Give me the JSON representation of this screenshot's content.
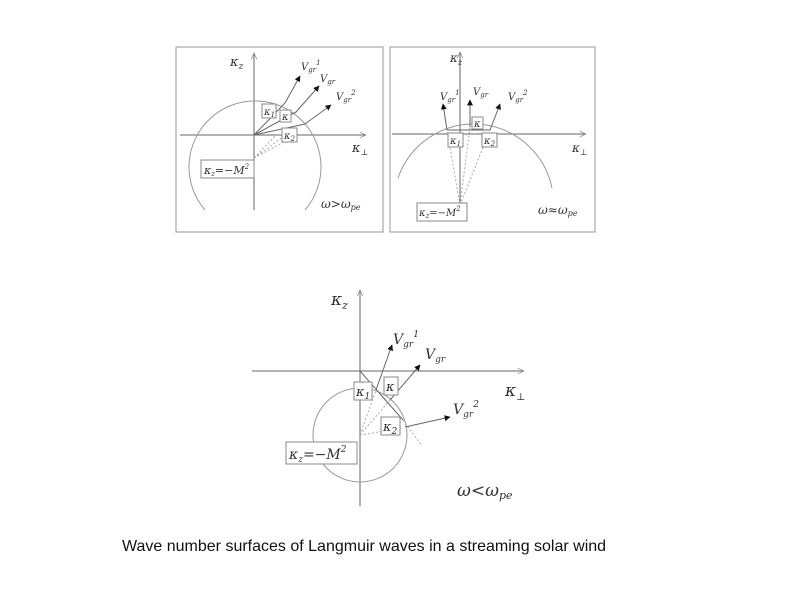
{
  "axes": {
    "kz": "κ",
    "kz_sub": "z",
    "kperp": "κ",
    "kperp_sub": "⊥"
  },
  "vectors": {
    "V": "V",
    "gr": "gr",
    "sup1": "1",
    "sup2": "2",
    "k": "κ",
    "sub1": "1",
    "sub2": "2"
  },
  "panels": [
    {
      "condition": "ω>ω",
      "condition_sub": "pe",
      "origin_label": "κ",
      "origin_label_sub": "z",
      "origin_label_rest": "=−M",
      "origin_label_sup": "2"
    },
    {
      "condition": "ω≈ω",
      "condition_sub": "pe",
      "origin_label": "κ",
      "origin_label_sub": "z",
      "origin_label_rest": "=−M",
      "origin_label_sup": "2"
    },
    {
      "condition": "ω<ω",
      "condition_sub": "pe",
      "origin_label": "κ",
      "origin_label_sub": "z",
      "origin_label_rest": "=−M",
      "origin_label_sup": "2"
    }
  ],
  "caption": "Wave number surfaces of Langmuir waves in a streaming solar wind"
}
